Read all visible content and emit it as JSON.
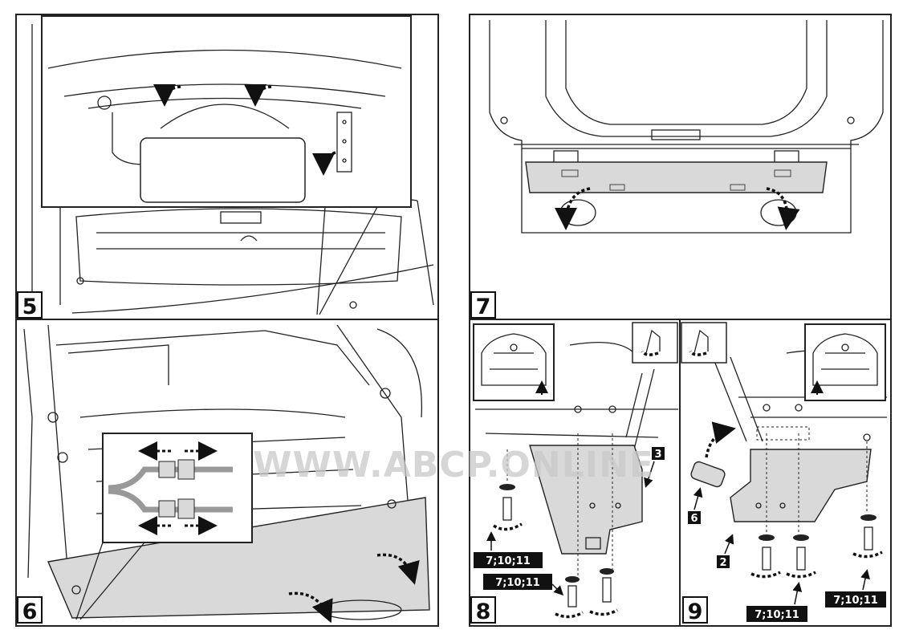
{
  "watermark": "WWW.ABCP.ONLINE",
  "panels": [
    {
      "step": "5"
    },
    {
      "step": "6"
    },
    {
      "step": "7"
    },
    {
      "step": "8",
      "labels": [
        "3",
        "7;10;11",
        "7;10;11"
      ]
    },
    {
      "step": "9",
      "labels": [
        "6",
        "2",
        "7;10;11",
        "7;10;11"
      ]
    }
  ],
  "colors": {
    "shade": "#d9d9d9",
    "line": "#222222",
    "label_bg": "#111111"
  }
}
